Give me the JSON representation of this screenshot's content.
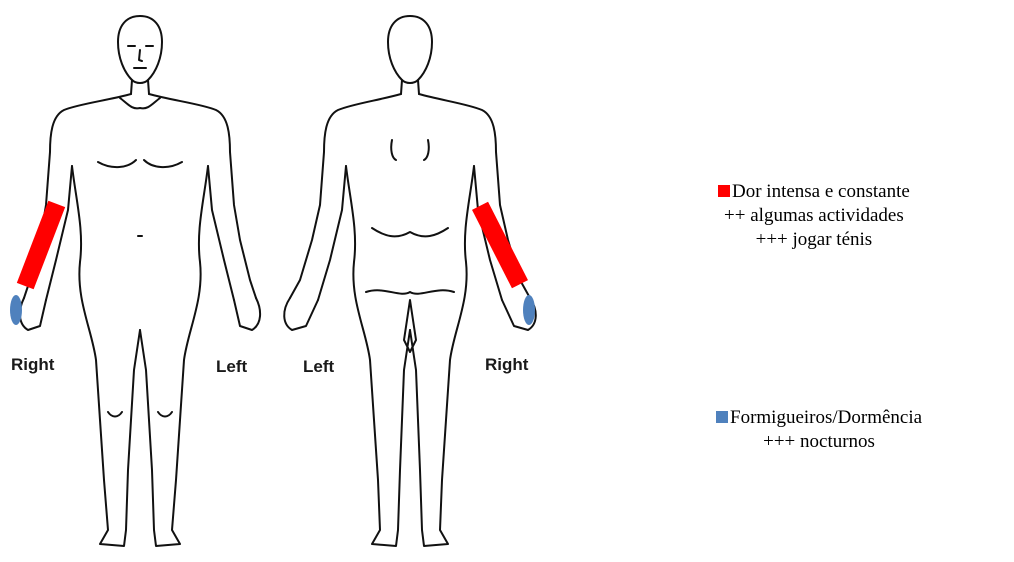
{
  "labels": {
    "front_right": "Right",
    "front_left": "Left",
    "back_left": "Left",
    "back_right": "Right"
  },
  "legend": {
    "pain": {
      "color": "#ff0000",
      "title": "Dor intensa e constante",
      "line2": "++ algumas actividades",
      "line3": "+++ jogar ténis"
    },
    "numbness": {
      "color": "#4f81bd",
      "title": "Formigueiros/Dormência",
      "line2": "+++ nocturnos"
    }
  }
}
